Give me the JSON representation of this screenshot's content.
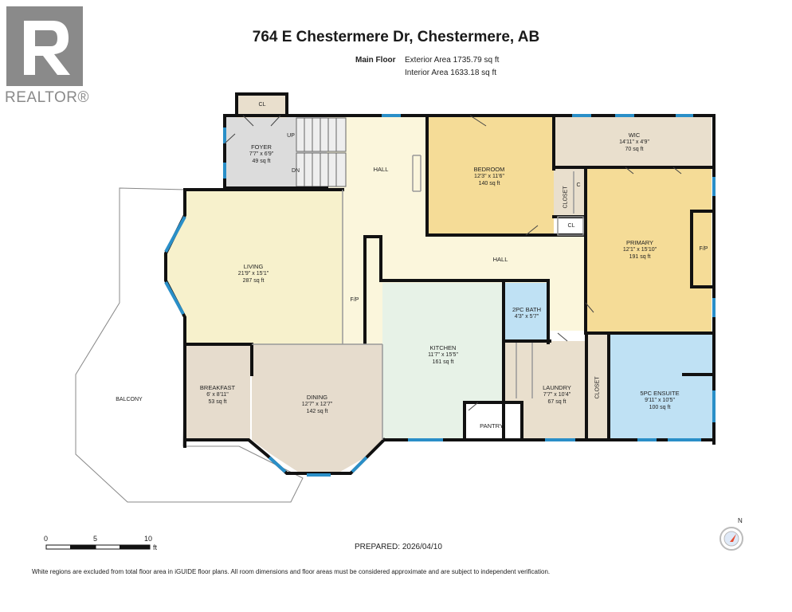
{
  "logo": {
    "text": "REALTOR®",
    "color": "#8a8a8a"
  },
  "title": "764 E Chestermere Dr, Chestermere, AB",
  "floor": {
    "name": "Main Floor",
    "exterior_area": "Exterior Area 1735.79 sq ft",
    "interior_area": "Interior Area 1633.18 sq ft"
  },
  "rooms": {
    "foyer": {
      "name": "FOYER",
      "dims": "7'7\" x 6'9\"",
      "area": "49 sq ft"
    },
    "hall_top": {
      "name": "HALL"
    },
    "bedroom": {
      "name": "BEDROOM",
      "dims": "12'3\" x 11'6\"",
      "area": "140 sq ft"
    },
    "wic": {
      "name": "WIC",
      "dims": "14'11\" x 4'9\"",
      "area": "70 sq ft"
    },
    "living": {
      "name": "LIVING",
      "dims": "21'9\" x 15'1\"",
      "area": "287 sq ft"
    },
    "hall_mid": {
      "name": "HALL"
    },
    "primary": {
      "name": "PRIMARY",
      "dims": "12'1\" x 15'10\"",
      "area": "191 sq ft"
    },
    "bath2": {
      "name": "2PC BATH",
      "dims": "4'3\" x 5'7\""
    },
    "kitchen": {
      "name": "KITCHEN",
      "dims": "11'7\" x 15'5\"",
      "area": "161 sq ft"
    },
    "breakfast": {
      "name": "BREAKFAST",
      "dims": "6' x 8'11\"",
      "area": "53 sq ft"
    },
    "dining": {
      "name": "DINING",
      "dims": "12'7\" x 12'7\"",
      "area": "142 sq ft"
    },
    "laundry": {
      "name": "LAUNDRY",
      "dims": "7'7\" x 10'4\"",
      "area": "67 sq ft"
    },
    "ensuite": {
      "name": "5PC ENSUITE",
      "dims": "9'11\" x 10'5\"",
      "area": "100 sq ft"
    },
    "balcony": {
      "name": "BALCONY"
    },
    "pantry": {
      "name": "PANTRY"
    }
  },
  "small_labels": {
    "cl_top": "CL",
    "cl_mid": "CL",
    "c": "C",
    "closet_primary": "CLOSET",
    "closet_laundry": "CLOSET",
    "up": "UP",
    "dn": "DN",
    "fp_living": "F/P",
    "fp_primary": "F/P"
  },
  "scale": {
    "t0": "0",
    "t5": "5",
    "t10": "10",
    "unit": "ft"
  },
  "compass_label": "N",
  "prepared": "PREPARED:  2026/04/10",
  "disclaimer": "White regions are excluded from total floor area in iGUIDE floor plans. All room dimensions and floor areas must be considered approximate and are subject to independent verification.",
  "colors": {
    "living": "#f7f1cc",
    "bedroom": "#f5dc97",
    "wic": "#e9dfcd",
    "foyer": "#dcdcdc",
    "hall": "#fbf6dc",
    "kitchen": "#e7f2e7",
    "bath": "#bfe1f4",
    "window": "#2a8fc8"
  }
}
